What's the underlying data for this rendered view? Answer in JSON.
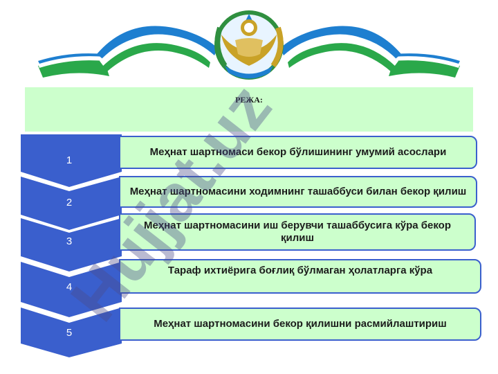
{
  "title": "РЕЖА:",
  "steps": [
    {
      "number": "1",
      "label": "Меҳнат шартномаси бекор бўлишининг умумий асослари"
    },
    {
      "number": "2",
      "label": "Меҳнат шартномасини ходимнинг ташаббуси билан бекор қилиш"
    },
    {
      "number": "3",
      "label": "Меҳнат шартномасини иш берувчи ташаббусига кўра бекор қилиш"
    },
    {
      "number": "4",
      "label": "Тараф ихтиёрига боғлиқ бўлмаган ҳолатларга кўра"
    },
    {
      "number": "5",
      "label": "Меҳнат шартномасини бекор қилишни расмийлаштириш"
    }
  ],
  "watermark": "Hujjat.uz",
  "colors": {
    "chevron": "#3a5fcd",
    "box_fill": "#ccffcc",
    "box_border": "#3a5fcd",
    "ribbon_blue": "#1e7fd0",
    "ribbon_green": "#2aa84a",
    "emblem_gold": "#c9a227",
    "emblem_green": "#2f8f3f"
  }
}
